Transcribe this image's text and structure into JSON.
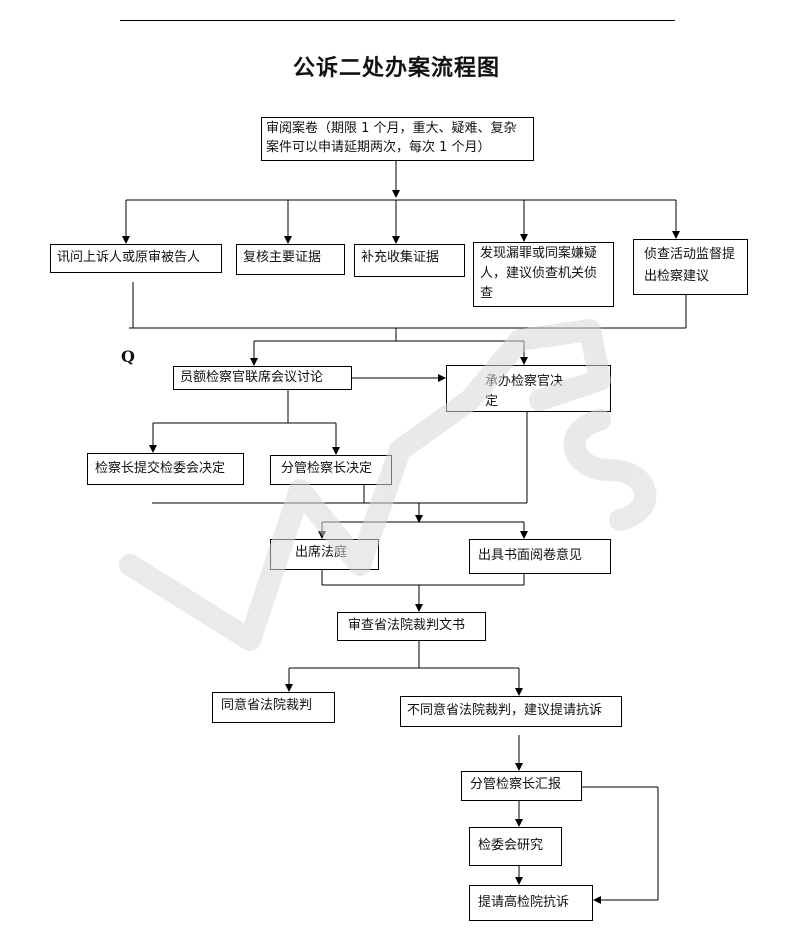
{
  "title": "公诉二处办案流程图",
  "marker": "Q",
  "watermark": "WPS",
  "nodes": {
    "review": "审阅案卷（期限 1 个月，重大、疑难、复杂案件可以申请延期两次，每次 1 个月）",
    "interrogate": "讯问上诉人或原审被告人",
    "recheck": "复核主要证据",
    "supplement": "补充收集证据",
    "omission": "发现漏罪或同案嫌疑人，建议侦查机关侦查",
    "supervise": "侦查活动监督提出检察建议",
    "joint_meeting": "员额检察官联席会议讨论",
    "officer_decide": "承办检察官决定",
    "chief_submit": "检察长提交检委会决定",
    "deputy_decide": "分管检察长决定",
    "attend_court": "出席法庭",
    "written_opinion": "出具书面阅卷意见",
    "review_judgment": "审查省法院裁判文书",
    "agree": "同意省法院裁判",
    "disagree": "不同意省法院裁判，建议提请抗诉",
    "report_deputy": "分管检察长汇报",
    "committee_study": "检委会研究",
    "request_protest": "提请高检院抗诉"
  }
}
